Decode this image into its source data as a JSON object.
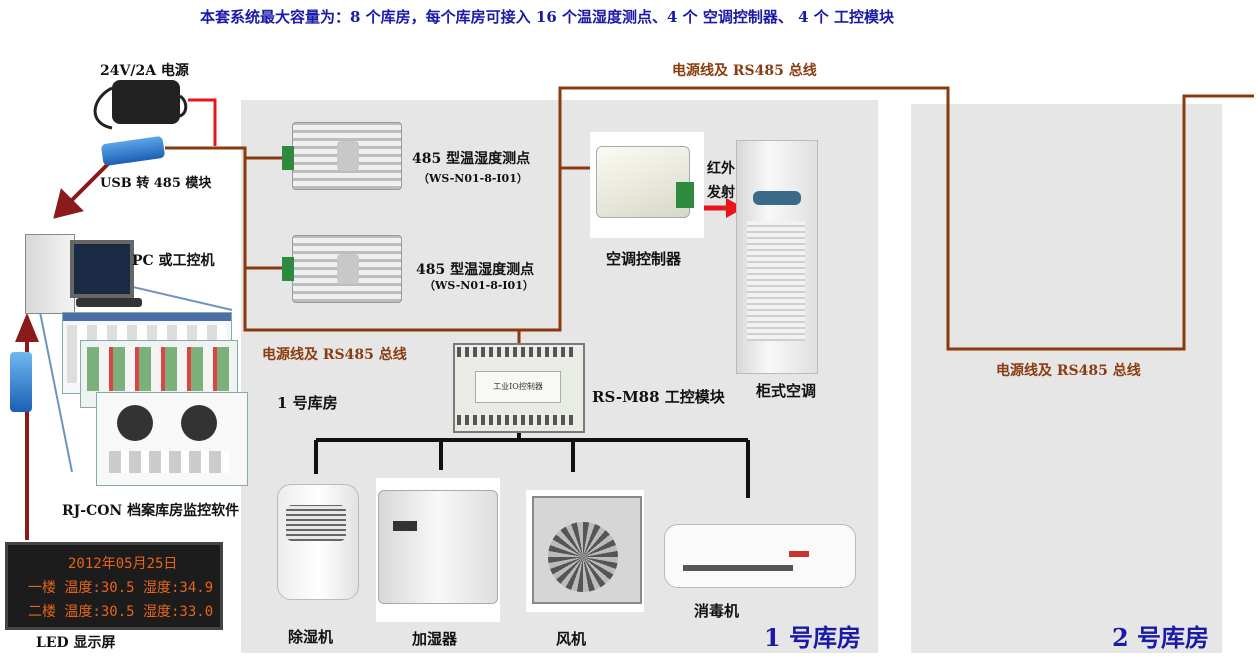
{
  "header": {
    "capacity_note": "本套系统最大容量为：8 个库房，每个库房可接入 16 个温湿度测点、4 个 空调控制器、 4 个 工控模块"
  },
  "power_supply": {
    "label": "24V/2A 电源"
  },
  "usb_module": {
    "label": "USB 转 485 模块"
  },
  "pc": {
    "label": "PC 或工控机"
  },
  "software": {
    "label": "RJ-CON 档案库房监控软件"
  },
  "led_display": {
    "label": "LED 显示屏",
    "line1": "2012年05月25日",
    "line2": "一楼 温度:30.5 湿度:34.9",
    "line3": "二楼 温度:30.5 湿度:33.0"
  },
  "bus_labels": {
    "top": "电源线及 RS485 总线",
    "left": "电源线及 RS485 总线",
    "right": "电源线及 RS485 总线"
  },
  "sensors": [
    {
      "label": "485 型温湿度测点",
      "model": "（WS-N01-8-I01）"
    },
    {
      "label": "485 型温湿度测点",
      "model": "（WS-N01-8-I01）"
    }
  ],
  "ac_controller": {
    "label": "空调控制器"
  },
  "infrared": {
    "line1": "红外",
    "line2": "发射"
  },
  "cabinet_ac": {
    "label": "柜式空调"
  },
  "io_module": {
    "label": "RS-M88 工控模块",
    "plate_text": "工业IO控制器"
  },
  "warehouse1_small": {
    "label": "1 号库房"
  },
  "devices": [
    {
      "label": "除湿机"
    },
    {
      "label": "加湿器"
    },
    {
      "label": "风机"
    },
    {
      "label": "消毒机"
    }
  ],
  "warehouse1": {
    "label": "1 号库房"
  },
  "warehouse2": {
    "label": "2 号库房"
  },
  "colors": {
    "bus": "#8b3a0f",
    "panel": "#e6e6e6",
    "title_blue": "#1a1aa8",
    "arrow": "#8b1a1a"
  }
}
